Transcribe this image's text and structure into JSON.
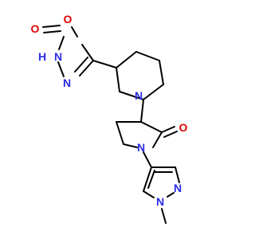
{
  "colors": {
    "bond": "#000000",
    "nitrogen": "#2B2BE8",
    "oxygen": "#E00000"
  },
  "atoms": {
    "carbonyl_oxygen": "O",
    "oxadiazole_ring_oxygen": "O",
    "oxadiazole_nh": "H",
    "oxadiazole_n3": "N",
    "oxadiazole_n4": "N",
    "piperidine_nitrogen": "N",
    "pyrrolidinone_oxygen": "O",
    "pyrrolidinone_nitrogen": "N",
    "pyrazole_n2": "N",
    "pyrazole_n1": "N"
  }
}
